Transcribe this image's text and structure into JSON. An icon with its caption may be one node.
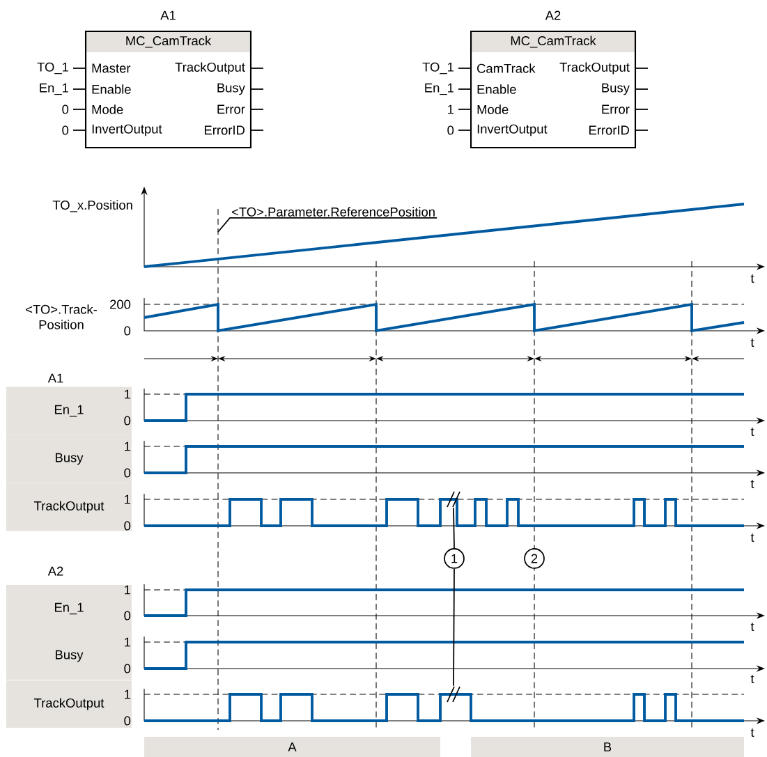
{
  "diagram": {
    "nodes": [
      {
        "text": [
          "A1",
          "MC_CamTrack",
          "Master",
          "Enable",
          "Mode",
          "InvertOutput",
          "TrackOutput",
          "Busy",
          "Error",
          "ErrorID"
        ],
        "beside": [
          "TO_1",
          "En_1",
          "0",
          "0"
        ]
      },
      {
        "text": [
          "A2",
          "MC_CamTrack",
          "CamTrack",
          "Enable",
          "Mode",
          "InvertOutput",
          "TrackOutput",
          "Busy",
          "Error",
          "ErrorID"
        ],
        "beside": [
          "TO_1",
          "En_1",
          "1",
          "0"
        ]
      },
      {
        "text": [
          "<TO>.Parameter.ReferencePosition"
        ]
      },
      {
        "text": [
          "En_1"
        ]
      },
      {
        "text": [
          "Busy"
        ]
      },
      {
        "text": [
          "TrackOutput"
        ]
      },
      {
        "text": [
          "1"
        ]
      },
      {
        "text": [
          "2"
        ]
      },
      {
        "text": [
          "En_1"
        ]
      },
      {
        "text": [
          "Busy"
        ]
      },
      {
        "text": [
          "TrackOutput"
        ]
      },
      {
        "text": [
          "A"
        ]
      },
      {
        "text": [
          "B"
        ]
      },
      {
        "text": [],
        "shape": "picture"
      },
      {
        "text": [],
        "shape": "picture"
      }
    ],
    "edges": [
      {
        "from": 2,
        "to": null,
        "arrow": "none"
      },
      {
        "from": 6,
        "to": 13,
        "arrow": "none"
      },
      {
        "from": 6,
        "to": 14,
        "arrow": "none"
      }
    ],
    "labels": [
      "TO_x.Position",
      "t",
      "200",
      "0",
      "<TO>.Track-Position",
      "t",
      "A1",
      "1",
      "0",
      "t",
      "1",
      "0",
      "t",
      "1",
      "0",
      "t",
      "A2",
      "1",
      "0",
      "t",
      "1",
      "0",
      "t",
      "1",
      "0",
      "t"
    ]
  }
}
